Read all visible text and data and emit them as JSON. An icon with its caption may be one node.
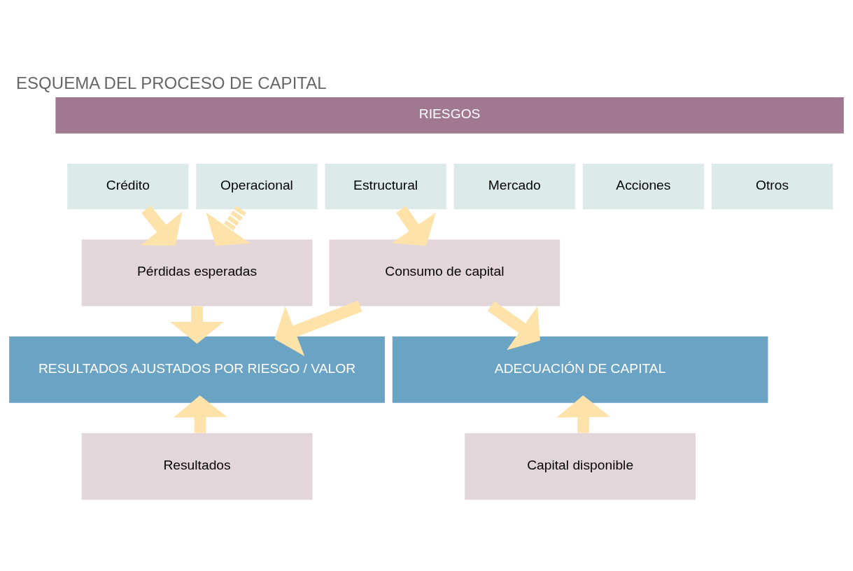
{
  "diagram": {
    "title": "ESQUEMA DEL PROCESO DE CAPITAL",
    "nodes": [
      {
        "text": [
          "RIESGOS"
        ]
      },
      {
        "text": [
          "Crédito"
        ]
      },
      {
        "text": [
          "Operacional"
        ]
      },
      {
        "text": [
          "Estructural"
        ]
      },
      {
        "text": [
          "Mercado"
        ]
      },
      {
        "text": [
          "Acciones"
        ]
      },
      {
        "text": [
          "Otros"
        ]
      },
      {
        "text": [
          "Pérdidas esperadas"
        ]
      },
      {
        "text": [
          "Consumo de capital"
        ]
      },
      {
        "text": [
          "RESULTADOS AJUSTADOS POR RIESGO / VALOR"
        ]
      },
      {
        "text": [
          "ADECUACIÓN DE CAPITAL"
        ]
      },
      {
        "text": [
          "Resultados"
        ]
      },
      {
        "text": [
          "Capital disponible"
        ]
      }
    ],
    "edges": [
      {
        "from": 1,
        "to": 7,
        "arrow": "to"
      },
      {
        "from": 2,
        "to": 7,
        "arrow": "to",
        "style": "dashed"
      },
      {
        "from": 3,
        "to": 8,
        "arrow": "to"
      },
      {
        "from": 7,
        "to": 9,
        "arrow": "to"
      },
      {
        "from": 8,
        "to": 9,
        "arrow": "to"
      },
      {
        "from": 8,
        "to": 10,
        "arrow": "to"
      },
      {
        "from": 11,
        "to": 9,
        "arrow": "to"
      },
      {
        "from": 12,
        "to": 10,
        "arrow": "to"
      }
    ]
  }
}
